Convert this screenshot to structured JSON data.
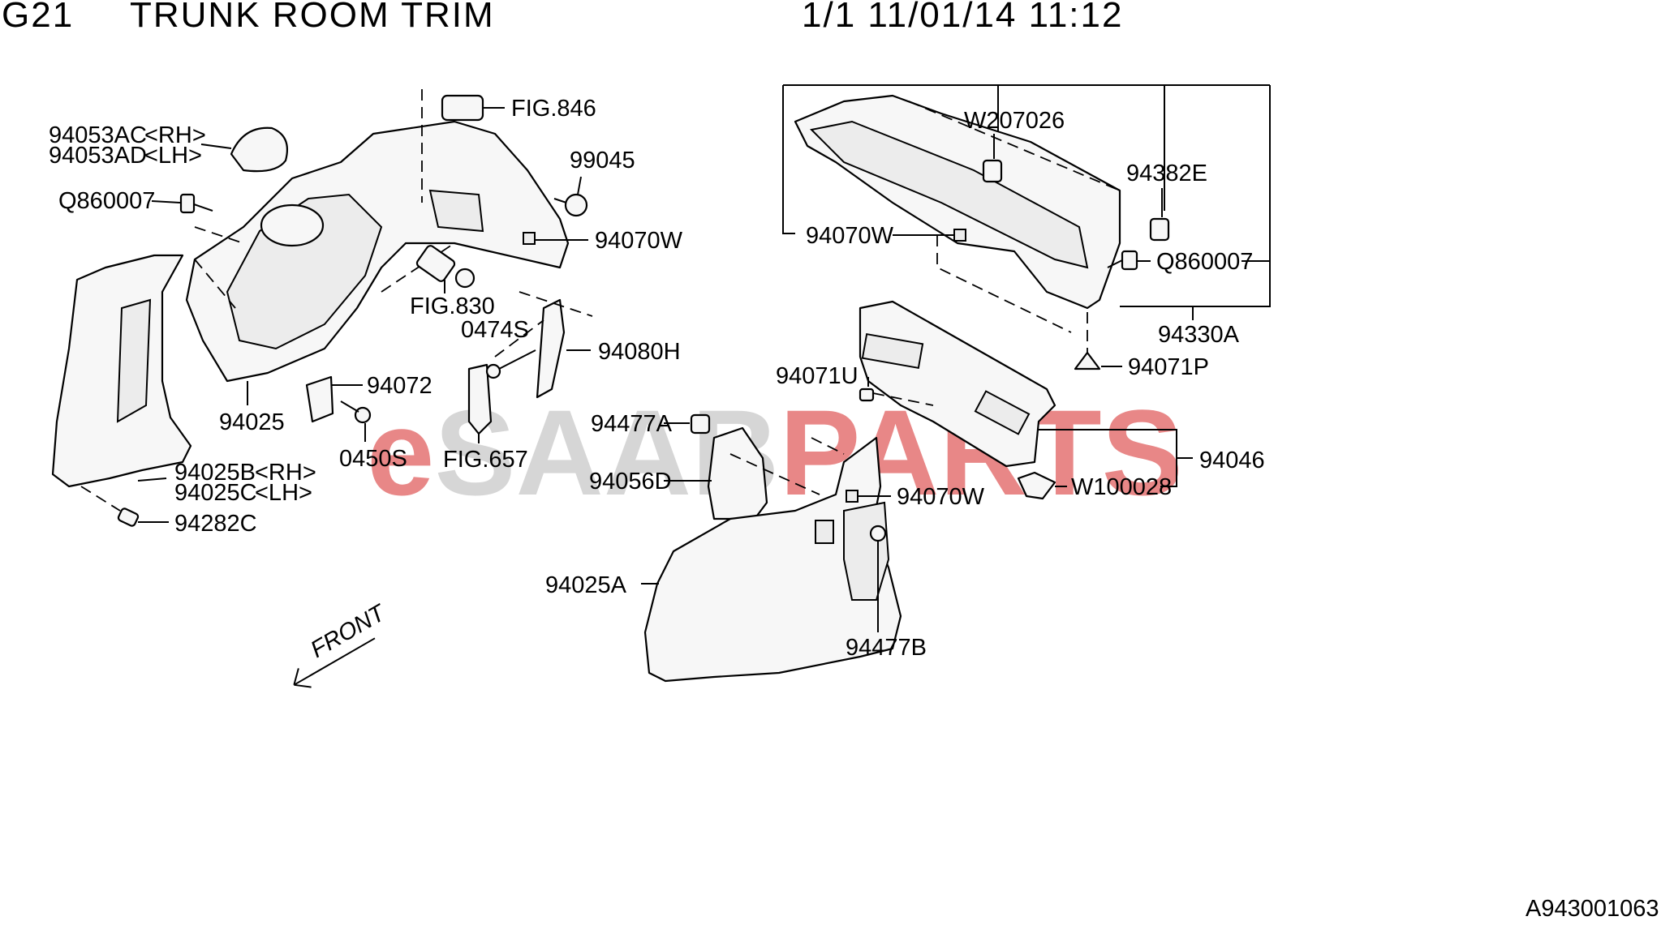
{
  "header": {
    "group": "G21",
    "title": "TRUNK ROOM TRIM",
    "page_info": "1/1 11/01/14 11:12"
  },
  "watermark": {
    "prefix": "e",
    "middle": "SAAB",
    "suffix": "PARTS",
    "prefix_color": "#e57373",
    "middle_color": "#d8d8d8",
    "suffix_color": "#e57373"
  },
  "labels": {
    "fig846": "FIG.846",
    "p94053ac": "94053AC",
    "p94053ac_side": "<RH>",
    "p94053ad": "94053AD",
    "p94053ad_side": "<LH>",
    "q860007_left": "Q860007",
    "p99045": "99045",
    "p94070w_top": "94070W",
    "fig830": "FIG.830",
    "p0474s": "0474S",
    "p94080h": "94080H",
    "p94072": "94072",
    "p94025": "94025",
    "p0450s": "0450S",
    "fig657": "FIG.657",
    "p94025b": "94025B",
    "p94025b_side": "<RH>",
    "p94025c": "94025C",
    "p94025c_side": "<LH>",
    "p94282c": "94282C",
    "w207026": "W207026",
    "p94382e": "94382E",
    "p94070w_right": "94070W",
    "q860007_right": "Q860007",
    "p94330a": "94330A",
    "p94071p": "94071P",
    "p94071u": "94071U",
    "p94477a": "94477A",
    "p94056d": "94056D",
    "p94070w_bottom": "94070W",
    "p94046": "94046",
    "w100028": "W100028",
    "p94025a": "94025A",
    "p94477b": "94477B",
    "front": "FRONT",
    "diagram_code": "A943001063"
  }
}
